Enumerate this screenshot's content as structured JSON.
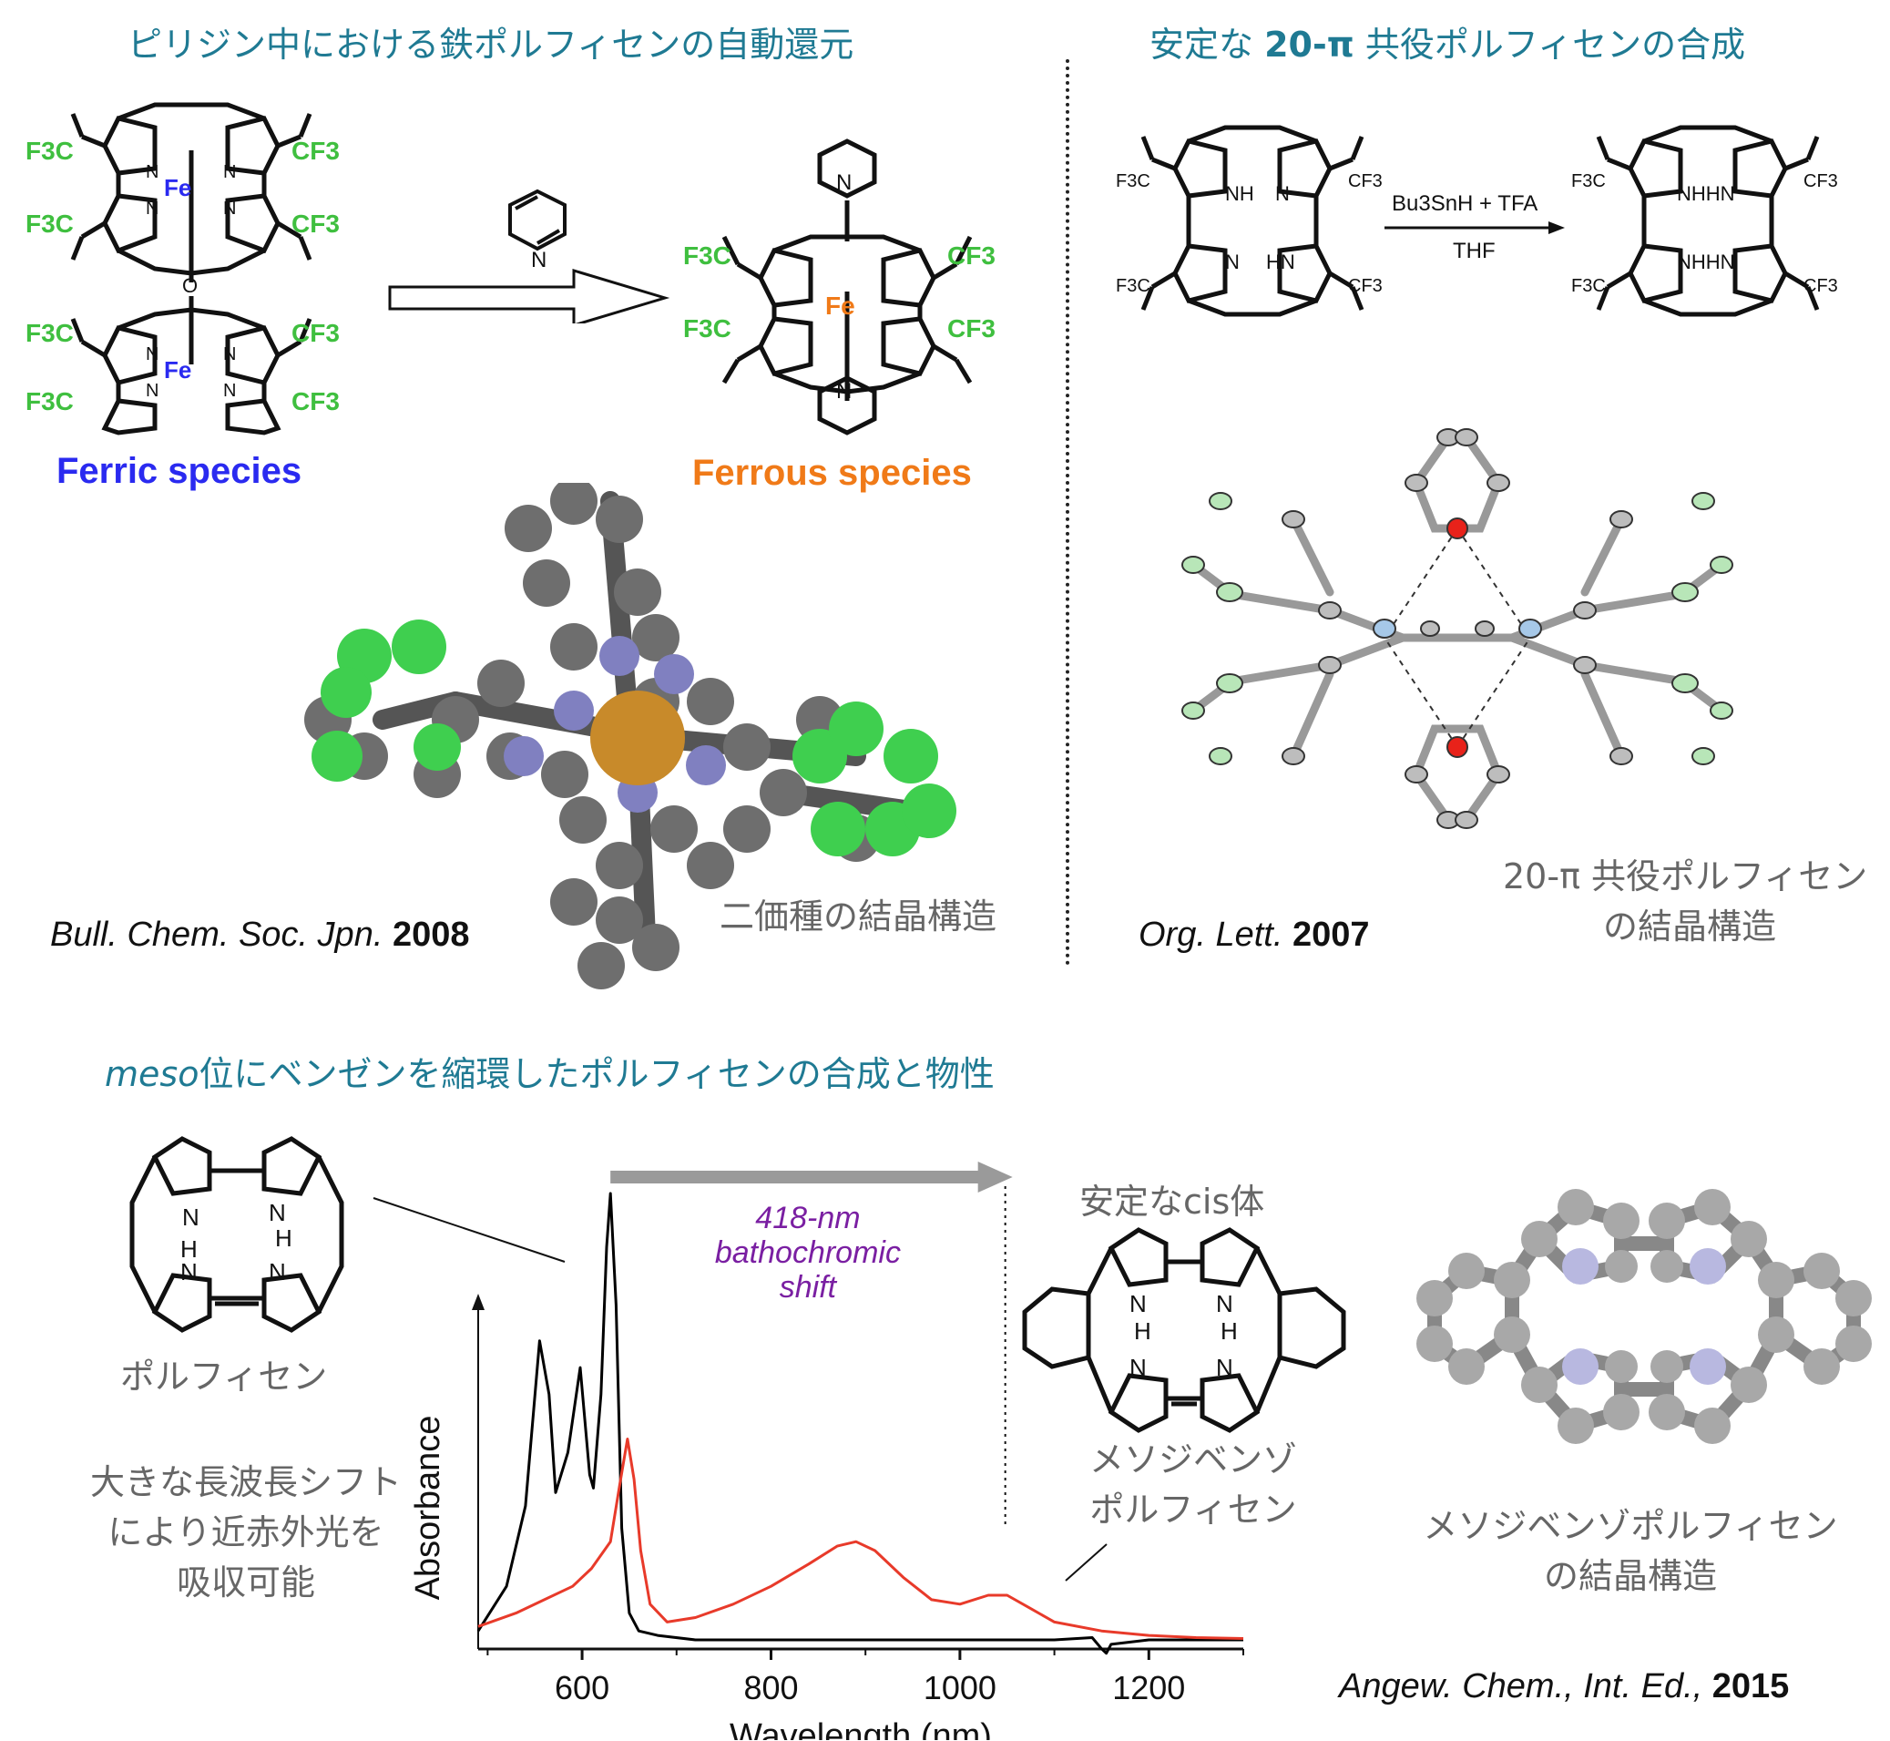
{
  "top_left": {
    "heading": "ピリジン中における鉄ポルフィセンの自動還元",
    "ferric_label": "Ferric species",
    "ferrous_label": "Ferrous species",
    "crystal_caption": "二価種の結晶構造",
    "ref_journal": "Bull. Chem. Soc. Jpn.",
    "ref_year": "2008",
    "atoms": {
      "fe": "Fe",
      "n": "N",
      "o": "O",
      "f3c": "F3C",
      "cf3": "CF3"
    }
  },
  "top_right": {
    "heading_pre": "安定な ",
    "heading_bold": "20-π",
    "heading_post": " 共役ポルフィセンの合成",
    "reagent": "Bu3SnH + TFA",
    "solvent": "THF",
    "crystal_caption_line1": "20-π 共役ポルフィセン",
    "crystal_caption_line2": "の結晶構造",
    "ref_journal": "Org. Lett.",
    "ref_year": "2007",
    "atoms": {
      "nh": "NH",
      "hn": "HN",
      "nhhn": "NHHN",
      "n": "N"
    }
  },
  "bottom": {
    "heading_italic": "meso",
    "heading_rest": "位にベンゼンを縮環したポルフィセンの合成と物性",
    "porphycene_label": "ポルフィセン",
    "stable_cis_label": "安定なcis体",
    "dibenzo_label_line1": "メソジベンゾ",
    "dibenzo_label_line2": "ポルフィセン",
    "crystal_caption_line1": "メソジベンゾポルフィセン",
    "crystal_caption_line2": "の結晶構造",
    "absorb_line1": "大きな長波長シフト",
    "absorb_line2": "により近赤外光を",
    "absorb_line3": "吸収可能",
    "ref_journal": "Angew. Chem., Int. Ed.,",
    "ref_year": "2015",
    "atoms": {
      "n": "N",
      "h": "H"
    }
  },
  "chart_data": {
    "type": "line",
    "xlabel": "Wavelength (nm)",
    "ylabel": "Absorbance",
    "xlim": [
      490,
      1300
    ],
    "ylim": [
      0,
      1
    ],
    "xticks": [
      600,
      800,
      1000,
      1200
    ],
    "annotation": {
      "line1": "418-nm",
      "line2": "bathochromic",
      "line3": "shift",
      "from_x": 630,
      "to_x": 1048,
      "color": "#7a1fa2"
    },
    "series": [
      {
        "color": "#000000",
        "x": [
          490,
          520,
          540,
          555,
          565,
          572,
          585,
          598,
          608,
          612,
          620,
          626,
          630,
          636,
          642,
          650,
          660,
          680,
          720,
          800,
          900,
          1000,
          1100,
          1140,
          1150,
          1155,
          1160,
          1200,
          1300
        ],
        "y": [
          0.02,
          0.12,
          0.3,
          0.67,
          0.55,
          0.33,
          0.42,
          0.61,
          0.37,
          0.34,
          0.55,
          0.88,
          1.0,
          0.75,
          0.25,
          0.06,
          0.02,
          0.01,
          0.0,
          0.0,
          0.0,
          0.0,
          0.0,
          0.005,
          -0.02,
          -0.03,
          -0.01,
          0.0,
          0.0
        ]
      },
      {
        "color": "#e83a2a",
        "x": [
          490,
          530,
          560,
          590,
          610,
          630,
          640,
          648,
          655,
          662,
          672,
          690,
          720,
          760,
          800,
          840,
          870,
          890,
          910,
          940,
          970,
          1000,
          1030,
          1050,
          1075,
          1100,
          1150,
          1200,
          1250,
          1300
        ],
        "y": [
          0.03,
          0.06,
          0.09,
          0.12,
          0.16,
          0.22,
          0.35,
          0.45,
          0.36,
          0.2,
          0.08,
          0.04,
          0.05,
          0.08,
          0.12,
          0.17,
          0.21,
          0.22,
          0.2,
          0.14,
          0.09,
          0.08,
          0.1,
          0.1,
          0.07,
          0.04,
          0.02,
          0.01,
          0.005,
          0.003
        ]
      }
    ]
  },
  "colors": {
    "heading": "#1f7a93",
    "ferric": "#2a2af0",
    "ferrous": "#f07a18",
    "fluorine": "#3fbf3f",
    "spectrum_black": "#000000",
    "spectrum_red": "#e83a2a",
    "annotation": "#7a1fa2"
  }
}
